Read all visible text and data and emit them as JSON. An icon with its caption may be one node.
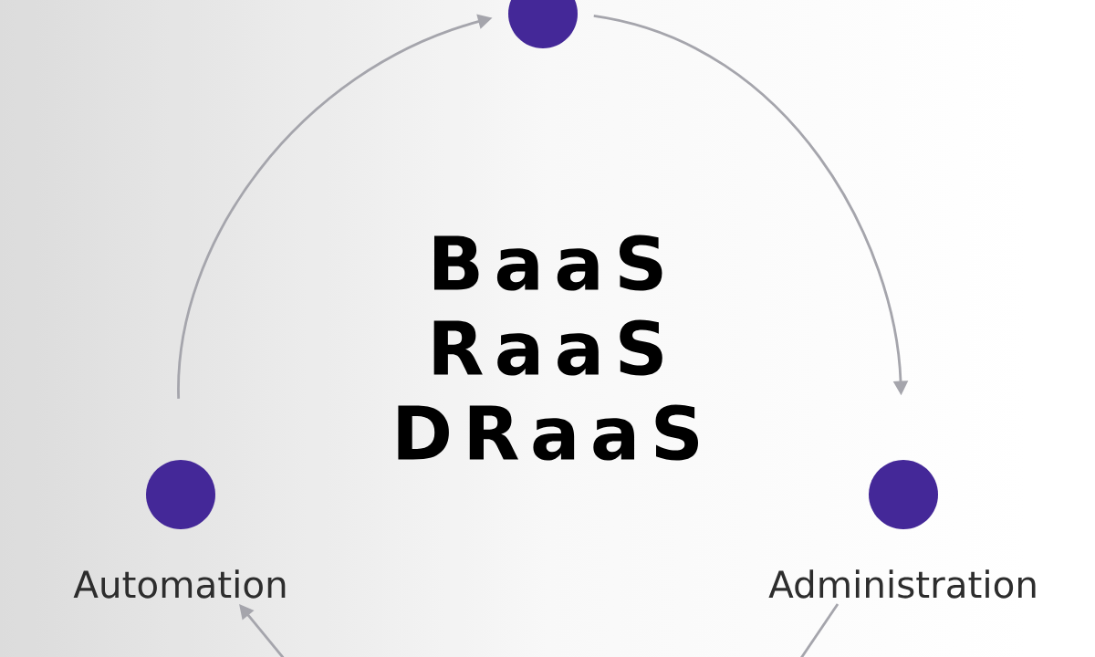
{
  "diagram": {
    "nodes": [
      {
        "text": [],
        "shape": "circle"
      },
      {
        "text": [
          "Automation"
        ]
      },
      {
        "text": [
          "Administration"
        ]
      }
    ],
    "edges": [
      {
        "from": 1,
        "to": 0,
        "arrow": "to"
      },
      {
        "from": 0,
        "to": 2,
        "arrow": "to"
      },
      {
        "from": 2,
        "to": null,
        "arrow": "none"
      },
      {
        "from": null,
        "to": 1,
        "arrow": "to"
      }
    ],
    "labels": [
      "BaaS",
      "RaaS",
      "DRaaS"
    ]
  }
}
